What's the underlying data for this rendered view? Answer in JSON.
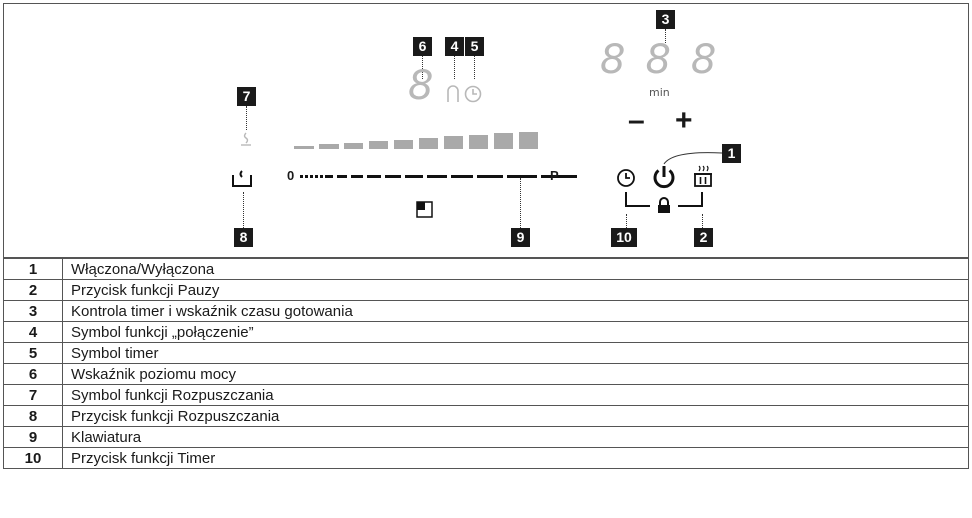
{
  "diagram": {
    "callouts": {
      "c1": "1",
      "c2": "2",
      "c3": "3",
      "c4": "4",
      "c5": "5",
      "c6": "6",
      "c7": "7",
      "c8": "8",
      "c9": "9",
      "c10": "10"
    },
    "timer_display": "888",
    "timer_unit": "min",
    "power_display": "8",
    "minus_label": "–",
    "plus_label": "+",
    "scale_start": "0",
    "scale_end": "P",
    "icons": {
      "bridge": "bridge-icon",
      "timer_symbol": "clock-icon",
      "melt_symbol": "steam-icon",
      "melt_button": "pot-icon",
      "power": "power-icon",
      "timer_button": "clock-icon",
      "pause": "pause-pot-icon",
      "lock": "lock-icon",
      "zone": "zone-icon"
    },
    "colors": {
      "inactive": "#b8b8b8",
      "active": "#111111",
      "bar": "#a9a9a9"
    }
  },
  "legend": {
    "rows": [
      {
        "num": "1",
        "text": "Włączona/Wyłączona"
      },
      {
        "num": "2",
        "text": "Przycisk funkcji Pauzy"
      },
      {
        "num": "3",
        "text": "Kontrola timer i wskaźnik czasu gotowania"
      },
      {
        "num": "4",
        "text": "Symbol funkcji „połączenie”"
      },
      {
        "num": "5",
        "text": "Symbol timer"
      },
      {
        "num": "6",
        "text": "Wskaźnik poziomu mocy"
      },
      {
        "num": "7",
        "text": "Symbol funkcji Rozpuszczania"
      },
      {
        "num": "8",
        "text": "Przycisk funkcji Rozpuszczania"
      },
      {
        "num": "9",
        "text": "Klawiatura"
      },
      {
        "num": "10",
        "text": "Przycisk funkcji Timer"
      }
    ]
  }
}
